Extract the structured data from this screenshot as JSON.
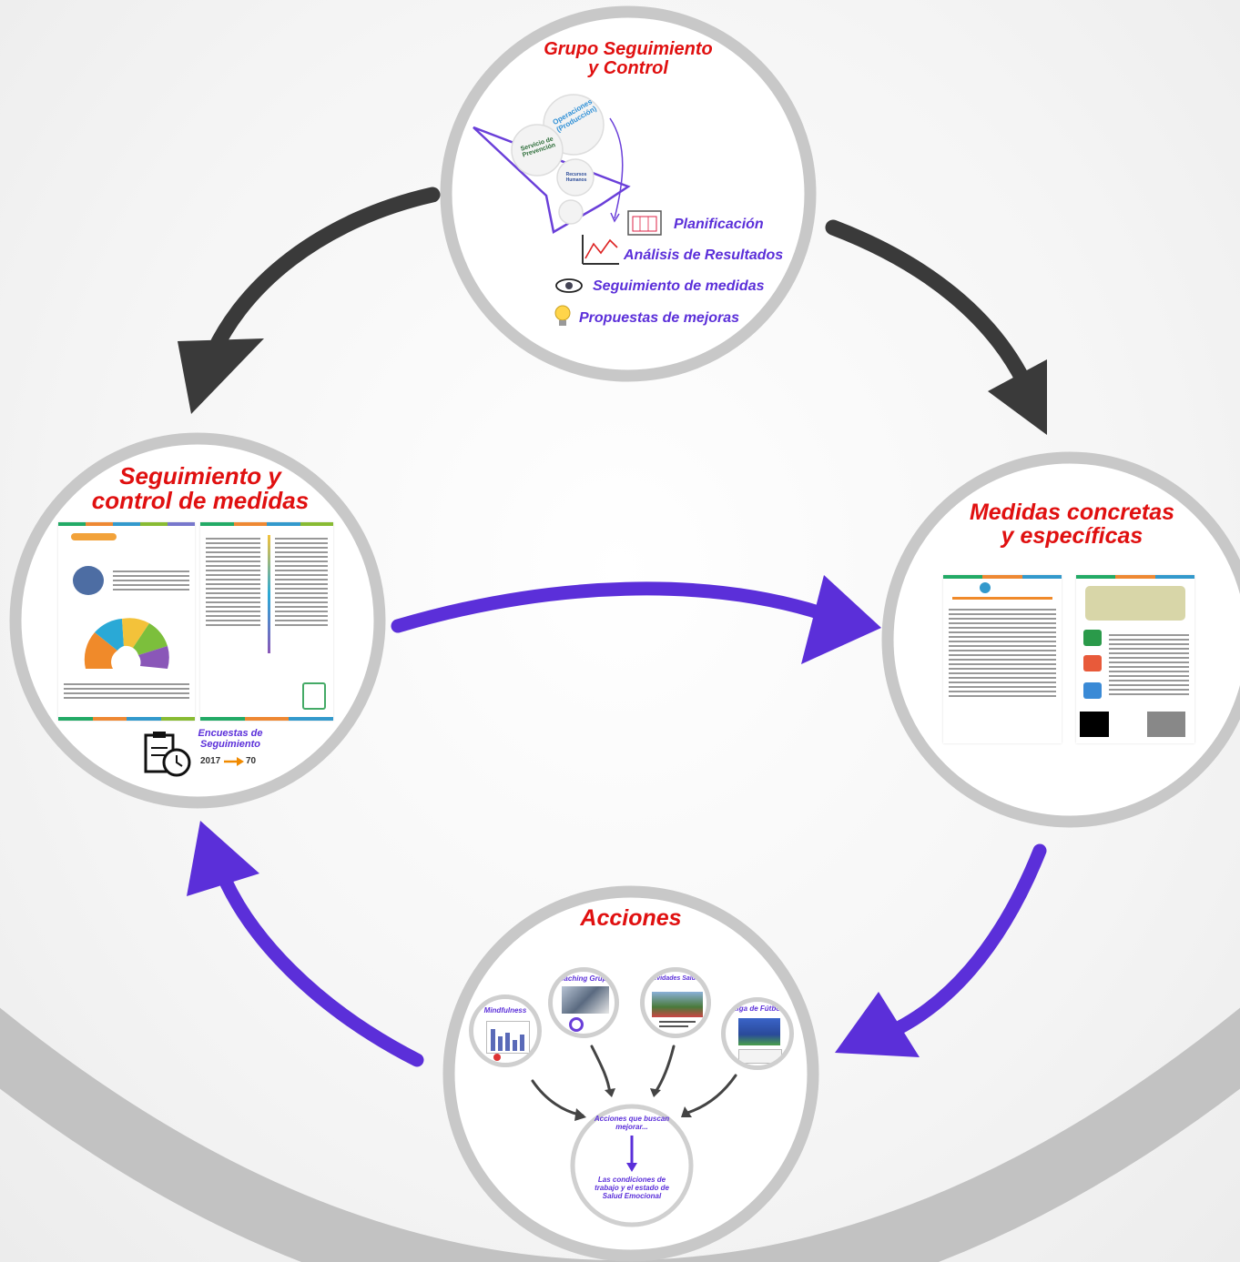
{
  "top_circle": {
    "title_line1": "Grupo Seguimiento",
    "title_line2": "y Control",
    "funnel_labels": {
      "operaciones": "Operaciones (Producción)",
      "servicio": "Servicio de Prevención",
      "recursos": "Recursos Humanos"
    },
    "items": [
      {
        "label": "Planificación",
        "icon": "calendar-icon"
      },
      {
        "label": "Análisis de Resultados",
        "icon": "chart-icon"
      },
      {
        "label": "Seguimiento de medidas",
        "icon": "eye-icon"
      },
      {
        "label": "Propuestas de mejoras",
        "icon": "lightbulb-icon"
      }
    ]
  },
  "left_circle": {
    "title_line1": "Seguimiento y",
    "title_line2": "control de medidas",
    "survey_label_line1": "Encuestas de",
    "survey_label_line2": "Seguimiento",
    "survey_year": "2017",
    "survey_count": "70"
  },
  "right_circle": {
    "title_line1": "Medidas concretas",
    "title_line2": "y específicas"
  },
  "bottom_circle": {
    "title": "Acciones",
    "mini_labels": {
      "mindfulness": "Mindfulness",
      "coaching": "Coaching Grupal",
      "actividades": "Actividades Saludables",
      "liga": "Liga de Fútbol"
    },
    "center_top": "Acciones que buscan mejorar...",
    "center_bottom": "Las condiciones de trabajo y el estado de Salud Emocional"
  },
  "colors": {
    "dark_arrow": "#3a3a3a",
    "purple_arrow": "#5b2fd9",
    "title_red": "#e01010",
    "ring_gray": "#c8c8c8"
  }
}
